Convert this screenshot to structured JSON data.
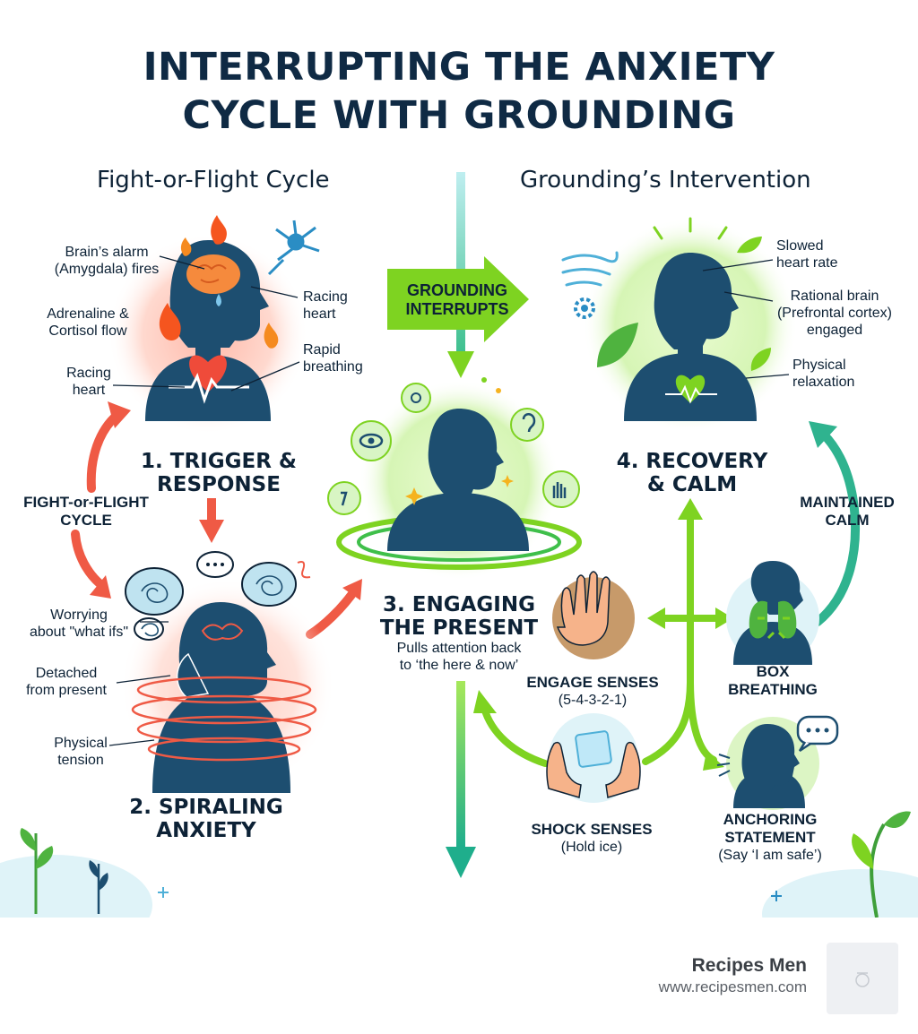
{
  "title_line1": "INTERRUPTING THE ANXIETY",
  "title_line2": "CYCLE WITH GROUNDING",
  "left_column_title": "Fight-or-Flight Cycle",
  "right_column_title": "Grounding’s Intervention",
  "trigger": {
    "label_alarm_1": "Brain’s alarm",
    "label_alarm_2": "(Amygdala) fires",
    "label_adrenaline_1": "Adrenaline &",
    "label_adrenaline_2": "Cortisol flow",
    "label_racing_left_1": "Racing",
    "label_racing_left_2": "heart",
    "label_racing_right_1": "Racing",
    "label_racing_right_2": "heart",
    "label_breathing_1": "Rapid",
    "label_breathing_2": "breathing",
    "step_line1": "1. TRIGGER &",
    "step_line2": "RESPONSE"
  },
  "cycle_label_1": "FIGHT-or-FLIGHT",
  "cycle_label_2": "CYCLE",
  "spiral": {
    "label_worry_1": "Worrying",
    "label_worry_2": "about \"what ifs\"",
    "label_detached_1": "Detached",
    "label_detached_2": "from present",
    "label_tension_1": "Physical",
    "label_tension_2": "tension",
    "step_line1": "2. SPIRALING",
    "step_line2": "ANXIETY"
  },
  "interrupt_line1": "GROUNDING",
  "interrupt_line2": "INTERRUPTS",
  "present": {
    "step_line1": "3. ENGAGING",
    "step_line2": "THE PRESENT",
    "desc_line1": "Pulls attention back",
    "desc_line2": "to ‘the here & now’"
  },
  "recovery": {
    "label_heart_1": "Slowed",
    "label_heart_2": "heart rate",
    "label_brain_1": "Rational brain",
    "label_brain_2": "(Prefrontal cortex)",
    "label_brain_3": "engaged",
    "label_relax_1": "Physical",
    "label_relax_2": "relaxation",
    "step_line1": "4. RECOVERY",
    "step_line2": "& CALM"
  },
  "maintained_1": "MAINTAINED",
  "maintained_2": "CALM",
  "techniques": {
    "senses_1": "ENGAGE SENSES",
    "senses_2": "(5-4-3-2-1)",
    "box_1": "BOX",
    "box_2": "BREATHING",
    "shock_1": "SHOCK SENSES",
    "shock_2": "(Hold ice)",
    "anchor_1": "ANCHORING",
    "anchor_2": "STATEMENT",
    "anchor_3": "(Say ‘I am safe’)"
  },
  "footer": {
    "brand": "Recipes Men",
    "url": "www.recipesmen.com"
  },
  "colors": {
    "navy": "#1d4e70",
    "red": "#ef5a45",
    "green": "#7ed321",
    "teal": "#2fb38f"
  }
}
